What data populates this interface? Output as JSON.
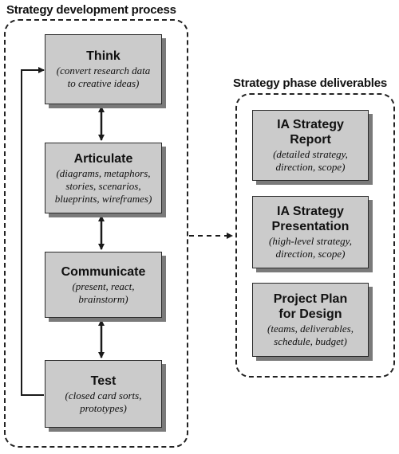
{
  "groups": {
    "process": {
      "title": "Strategy development process"
    },
    "deliverables": {
      "title": "Strategy phase deliverables"
    }
  },
  "process_steps": [
    {
      "title": "Think",
      "desc": "(convert research data\nto creative ideas)"
    },
    {
      "title": "Articulate",
      "desc": "(diagrams, metaphors,\nstories, scenarios,\nblueprints, wireframes)"
    },
    {
      "title": "Communicate",
      "desc": "(present, react,\nbrainstorm)"
    },
    {
      "title": "Test",
      "desc": "(closed card sorts,\nprototypes)"
    }
  ],
  "deliverables": [
    {
      "title": "IA Strategy\nReport",
      "desc": "(detailed strategy,\ndirection, scope)"
    },
    {
      "title": "IA Strategy\nPresentation",
      "desc": "(high-level strategy,\ndirection, scope)"
    },
    {
      "title": "Project Plan\nfor Design",
      "desc": "(teams, deliverables,\nschedule, budget)"
    }
  ],
  "colors": {
    "node_fill": "#cbcbcb",
    "node_border": "#2a2a2a",
    "node_shadow": "#7a7a7a",
    "line": "#1a1a1a"
  }
}
